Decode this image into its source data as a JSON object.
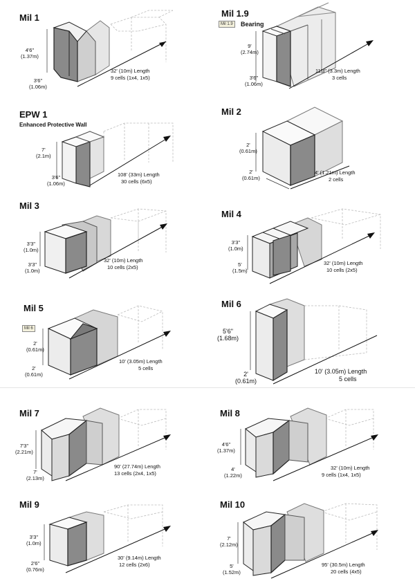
{
  "units": [
    {
      "name": "Mil 1",
      "height": "4'6\"\n(1.37m)",
      "width": "3'6\"\n(1.06m)",
      "length": "32' (10m) Length",
      "cells": "9 cells (1x4, 1x5)",
      "cols": 3,
      "shade": "mid"
    },
    {
      "name": "Mil 1.9",
      "tag": "Mil 1.9",
      "subtitle": "Bearing",
      "height": "9'\n(2.74m)",
      "width": "3'6\"\n(1.06m)",
      "length": "11'3\" (3.3m) Length",
      "cells": "3 cells",
      "cols": 4,
      "shade": "mid"
    },
    {
      "name": "EPW 1",
      "subtitle": "Enhanced Protective Wall",
      "height": "7'\n(2.1m)",
      "width": "3'6\"\n(1.06m)",
      "length": "108' (33m) Length",
      "cells": "30 cells (6x5)",
      "cols": 3,
      "shade": "mid"
    },
    {
      "name": "Mil 2",
      "height": "2'\n(0.61m)",
      "width": "2'\n(0.61m)",
      "length": "4' (1.21m) Length",
      "cells": "2 cells",
      "cols": 2,
      "shade": "mid"
    },
    {
      "name": "Mil 3",
      "height": "3'3\"\n(1.0m)",
      "width": "3'3\"\n(1.0m)",
      "length": "32' (10m) Length",
      "cells": "10 cells  (2x5)",
      "cols": 3,
      "shade": "mid"
    },
    {
      "name": "Mil 4",
      "height": "3'3\"\n(1.0m)",
      "width": "5'\n(1.5m)",
      "length": "32' (10m) Length",
      "cells": "10 cells (2x5)",
      "cols": 3,
      "shade": "mid"
    },
    {
      "name": "Mil 5",
      "tag": "Mil 6",
      "height": "2'\n(0.61m)",
      "width": "2'\n(0.61m)",
      "length": "10' (3.05m) Length",
      "cells": "5 cells",
      "cols": 3,
      "shade": "mid"
    },
    {
      "name": "Mil 6",
      "height": "5'6\"\n(1.68m)",
      "width": "2'\n(0.61m)",
      "length": "10' (3.05m) Length",
      "cells": "5 cells",
      "cols": 3,
      "shade": "mid"
    },
    {
      "name": "Mil 7",
      "height": "7'3\"\n(2.21m)",
      "width": "7'\n(2.13m)",
      "length": "90' (27.74m) Length",
      "cells": "13 cells (2x4, 1x5)",
      "cols": 3,
      "shade": "mid"
    },
    {
      "name": "Mil 8",
      "height": "4'6\"\n(1.37m)",
      "width": "4'\n(1.22m)",
      "length": "32' (10m) Length",
      "cells": "9 cells (1x4, 1x5)",
      "cols": 3,
      "shade": "mid"
    },
    {
      "name": "Mil 9",
      "height": "3'3\"\n(1.0m)",
      "width": "2'6\"\n(0.76m)",
      "length": "30' (9.14m) Length",
      "cells": "12 cells (2x6)",
      "cols": 3,
      "shade": "mid"
    },
    {
      "name": "Mil 10",
      "height": "7'\n(2.12m)",
      "width": "5'\n(1.52m)",
      "length": "95' (30.5m) Length",
      "cells": "20 cells (4x5)",
      "cols": 3,
      "shade": "mid"
    }
  ]
}
